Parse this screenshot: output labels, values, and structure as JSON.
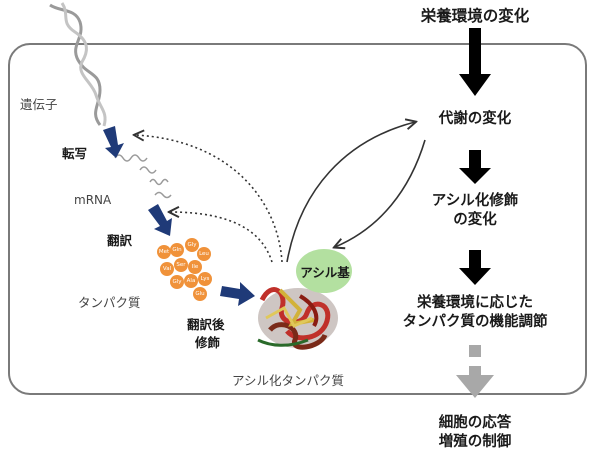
{
  "top_title": "栄養環境の変化",
  "left_labels": {
    "gene": "遺伝子",
    "transcription": "転写",
    "mrna": "mRNA",
    "translation": "翻訳",
    "protein": "タンパク質",
    "ptm_line1": "翻訳後",
    "ptm_line2": "修飾",
    "acylated_protein": "アシル化タンパク質"
  },
  "acyl_group": "アシル基",
  "amino_acids": [
    "Met",
    "Gln",
    "Gly",
    "Leu",
    "Val",
    "Ser",
    "Ile",
    "Gly",
    "Ala",
    "Lys",
    "Glu"
  ],
  "right_flow": {
    "metabolic_change": "代謝の変化",
    "acyl_mod_line1": "アシル化修飾",
    "acyl_mod_line2": "の変化",
    "regulation_line1": "栄養環境に応じた",
    "regulation_line2": "タンパク質の機能調節",
    "response_line1": "細胞の応答",
    "response_line2": "増殖の制御"
  },
  "colors": {
    "frame": "#7a7a7a",
    "process_arrow": "#1f3a78",
    "flow_arrow": "#000000",
    "faded_arrow": "#a8a8a8",
    "acyl_bubble": "#b3e0a0",
    "amino_acid": "#f0923a"
  }
}
